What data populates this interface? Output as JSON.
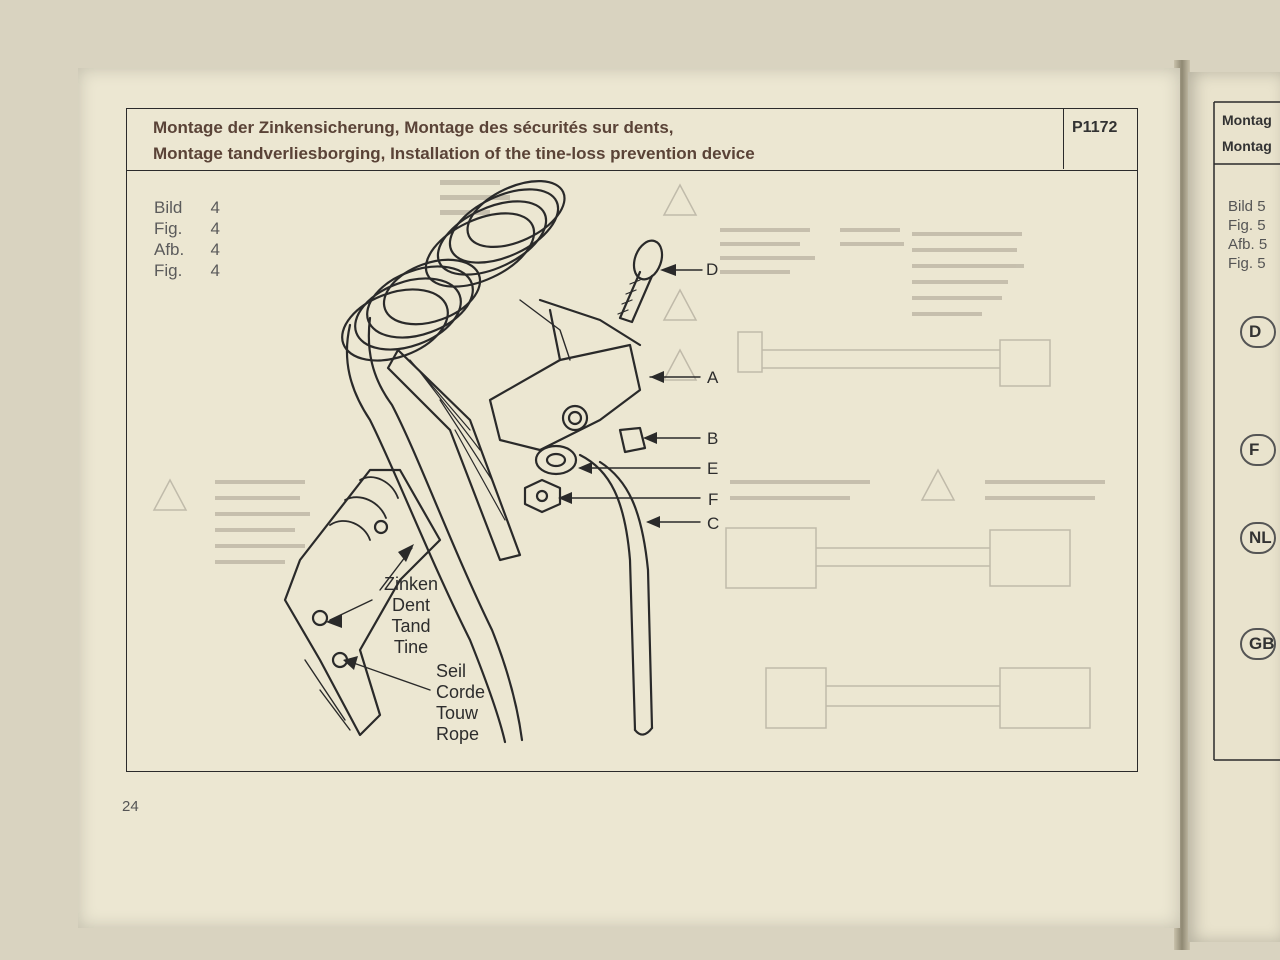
{
  "header": {
    "title_line1": "Montage der Zinkensicherung, Montage des sécurités sur dents,",
    "title_line2": "Montage tandverliesborging, Installation of the tine-loss prevention device",
    "code": "P1172"
  },
  "figure_refs": [
    {
      "label": "Bild",
      "num": "4"
    },
    {
      "label": "Fig.",
      "num": "4"
    },
    {
      "label": "Afb.",
      "num": "4"
    },
    {
      "label": "Fig.",
      "num": "4"
    }
  ],
  "callouts": {
    "d": "D",
    "a": "A",
    "b": "B",
    "e": "E",
    "f": "F",
    "c": "C"
  },
  "labels": {
    "tine": [
      "Zinken",
      "Dent",
      "Tand",
      "Tine"
    ],
    "rope": [
      "Seil",
      "Corde",
      "Touw",
      "Rope"
    ]
  },
  "page_number": "24",
  "right_page": {
    "title_line1": "Montag",
    "title_line2": "Montag",
    "figure_refs": [
      {
        "label": "Bild",
        "num": "5"
      },
      {
        "label": "Fig.",
        "num": "5"
      },
      {
        "label": "Afb.",
        "num": "5"
      },
      {
        "label": "Fig.",
        "num": "5"
      }
    ],
    "languages": [
      "D",
      "F",
      "NL",
      "GB"
    ]
  }
}
